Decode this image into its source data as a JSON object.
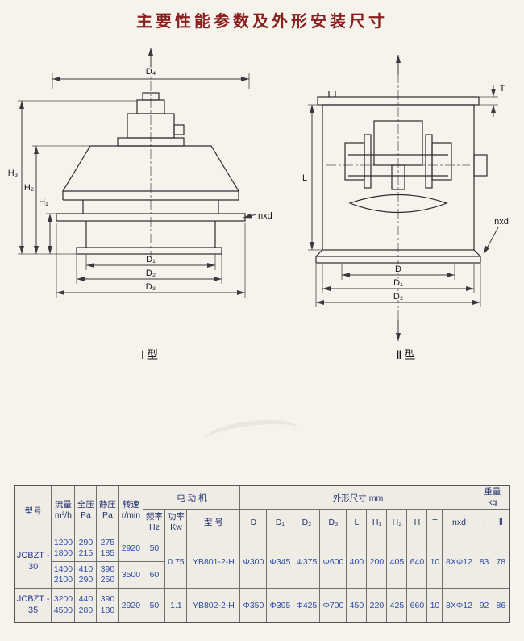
{
  "page": {
    "title": "主要性能参数及外形安装尺寸",
    "title_color": "#8b1e1e",
    "background": "#f6f3ec",
    "table_text_color": "#2d4da8"
  },
  "drawings": {
    "left": {
      "caption": "Ⅰ型",
      "labels": {
        "d4": "D₄",
        "h3": "H₃",
        "h2": "H₂",
        "h1": "H₁",
        "d1": "D₁",
        "d2": "D₂",
        "d3": "D₃",
        "nxd": "nxd"
      }
    },
    "right": {
      "caption": "Ⅱ型",
      "labels": {
        "t": "T",
        "l": "L",
        "d": "D",
        "d1": "D₁",
        "d2": "D₂",
        "nxd": "nxd"
      }
    }
  },
  "table": {
    "headers": {
      "model": "型号",
      "flow": "流量",
      "flow_unit": "m³/h",
      "total_pressure": "全压",
      "total_pressure_unit": "Pa",
      "static_pressure": "静压",
      "static_pressure_unit": "Pa",
      "speed": "转速",
      "speed_unit": "r/min",
      "motor_group": "电  动  机",
      "freq": "频率",
      "freq_unit": "Hz",
      "power": "功率",
      "power_unit": "Kw",
      "motor_model": "型  号",
      "dims_group": "外形尺寸  mm",
      "dims": [
        "D",
        "D₁",
        "D₂",
        "D₃",
        "L",
        "H₁",
        "H₂",
        "H",
        "T",
        "nxd"
      ],
      "weight_group": "重量",
      "weight_unit": "kg",
      "weight_cols": [
        "Ⅰ",
        "Ⅱ"
      ]
    },
    "rows": [
      {
        "model": [
          "JCBZT -",
          "30"
        ],
        "sub": [
          {
            "flow": [
              "1200",
              "1800"
            ],
            "total": [
              "290",
              "215"
            ],
            "static": [
              "275",
              "185"
            ],
            "speed": "2920",
            "freq": "50"
          },
          {
            "flow": [
              "1400",
              "2100"
            ],
            "total": [
              "410",
              "290"
            ],
            "static": [
              "390",
              "250"
            ],
            "speed": "3500",
            "freq": "60"
          }
        ],
        "power": "0.75",
        "motor_model": "YB801-2-H",
        "dims": [
          "Φ300",
          "Φ345",
          "Φ375",
          "Φ600",
          "400",
          "200",
          "405",
          "640",
          "10",
          "8XΦ12"
        ],
        "weights": [
          "83",
          "78"
        ]
      },
      {
        "model": [
          "JCBZT -",
          "35"
        ],
        "sub": [
          {
            "flow": [
              "3200",
              "4500"
            ],
            "total": [
              "440",
              "280"
            ],
            "static": [
              "390",
              "180"
            ],
            "speed": "2920",
            "freq": "50"
          }
        ],
        "power": "1.1",
        "motor_model": "YB802-2-H",
        "dims": [
          "Φ350",
          "Φ395",
          "Φ425",
          "Φ700",
          "450",
          "220",
          "425",
          "660",
          "10",
          "8XΦ12"
        ],
        "weights": [
          "92",
          "86"
        ]
      }
    ]
  }
}
